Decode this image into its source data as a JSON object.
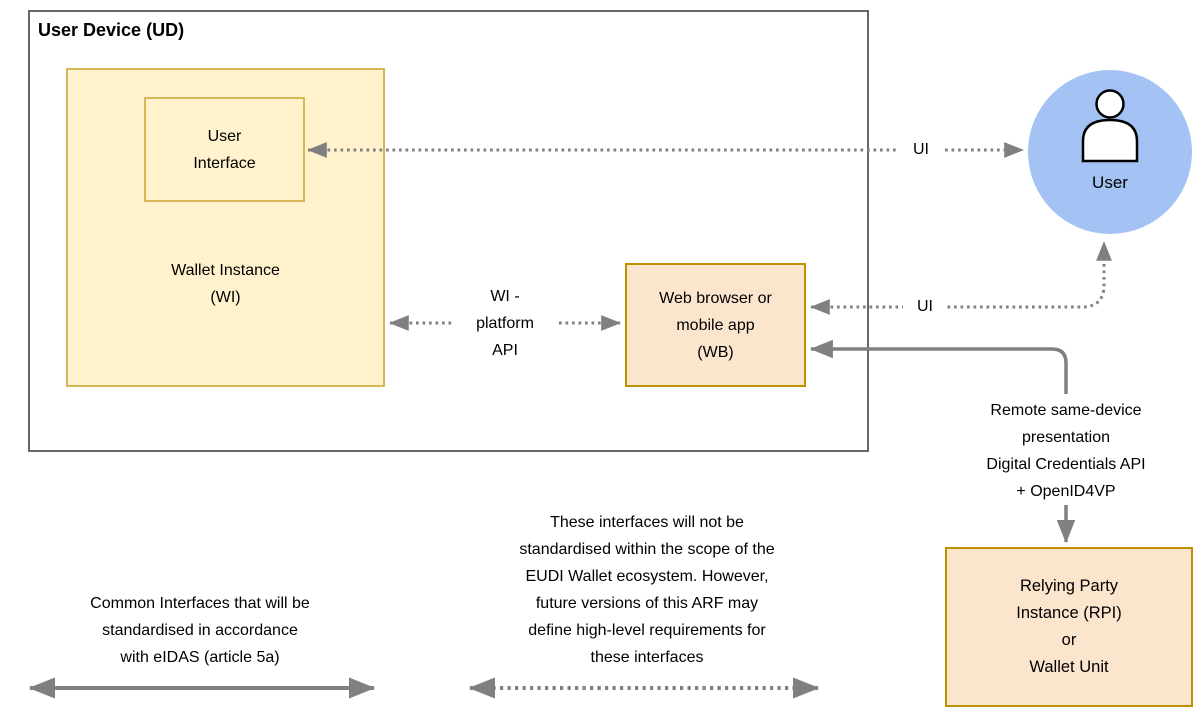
{
  "colors": {
    "yellow_fill": "#fff2cc",
    "yellow_border": "#d6b656",
    "orange_fill": "#fce5cd",
    "orange_border": "#bf9000",
    "user_circle_fill": "#a4c2f4",
    "arrow_gray": "#808080",
    "device_border": "#666666"
  },
  "user_device": {
    "title": "User Device (UD)"
  },
  "boxes": {
    "wallet_instance": {
      "label": "Wallet Instance\n(WI)"
    },
    "user_interface": {
      "label": "User\nInterface"
    },
    "web_browser": {
      "label": "Web browser or\nmobile app\n(WB)"
    },
    "relying_party": {
      "label": "Relying Party\nInstance (RPI)\nor\nWallet Unit"
    }
  },
  "actors": {
    "user": {
      "label": "User"
    }
  },
  "arrows": {
    "ui_top": {
      "label": "UI",
      "style": "dotted-double-headed"
    },
    "ui_bottom": {
      "label": "UI",
      "style": "dotted-double-headed"
    },
    "wi_platform_api": {
      "label": "WI -\nplatform\nAPI",
      "style": "dotted-double-headed"
    },
    "remote_presentation": {
      "label": "Remote same-device\npresentation\nDigital Credentials API\n+ OpenID4VP",
      "style": "solid"
    }
  },
  "legend": {
    "common_interfaces": {
      "text": "Common Interfaces that will be\nstandardised in accordance\nwith eIDAS (article 5a)",
      "arrow_style": "solid-double-headed"
    },
    "not_standardised": {
      "text": "These interfaces will not be\nstandardised within the scope of the\nEUDI Wallet ecosystem. However,\nfuture versions of this ARF may\ndefine high-level requirements for\nthese interfaces",
      "arrow_style": "dotted-double-headed"
    }
  }
}
